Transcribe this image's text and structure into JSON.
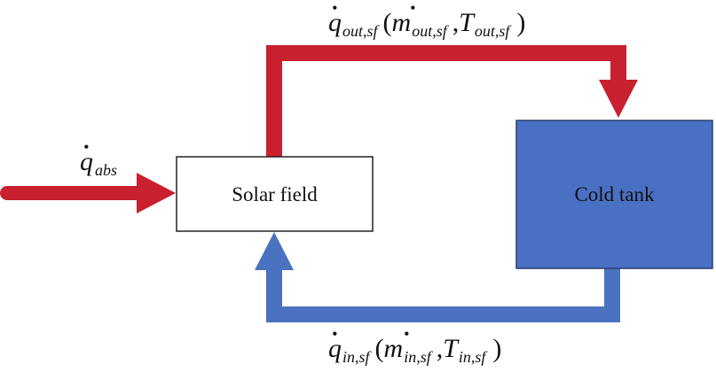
{
  "colors": {
    "hot": "#c8202f",
    "cold": "#4a72c0",
    "tank_fill": "#4a70c4",
    "tank_stroke": "#2a3f70",
    "box_stroke": "#222222",
    "text": "#111111"
  },
  "nodes": {
    "solar_field": {
      "label": "Solar field"
    },
    "cold_tank": {
      "label": "Cold tank"
    }
  },
  "labels": {
    "q_abs": {
      "sym": "q",
      "sub": "abs"
    },
    "q_out": {
      "sym": "q",
      "sub": "out,sf",
      "open": "(",
      "m_sym": "m",
      "m_sub": "out,sf",
      "comma": ",",
      "t_sym": "T",
      "t_sub": "out,sf",
      "close": ")"
    },
    "q_in": {
      "sym": "q",
      "sub": "in,sf",
      "open": "(",
      "m_sym": "m",
      "m_sub": "in,sf",
      "comma": ",",
      "t_sym": "T",
      "t_sub": "in,sf",
      "close": ")"
    }
  }
}
